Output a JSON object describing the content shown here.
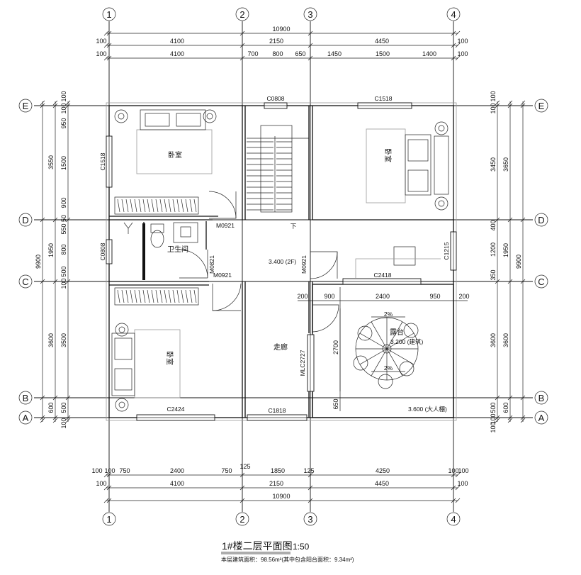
{
  "drawing": {
    "title": "1#楼二层平面图",
    "scale": "1:50",
    "note": "本层建筑面积：98.56m²(其中包含阳台面积：9.34m²)"
  },
  "axes": {
    "columns": [
      "1",
      "2",
      "3",
      "4"
    ],
    "rows": [
      "E",
      "D",
      "C",
      "B",
      "A"
    ]
  },
  "dimensions": {
    "top_total": "10900",
    "top_row2": [
      "100",
      "4100",
      "2150",
      "4450",
      "100"
    ],
    "top_row3": [
      "100",
      "4100",
      "700",
      "800",
      "650",
      "1450",
      "1500",
      "1400",
      "100"
    ],
    "bottom_row1": [
      "100",
      "100",
      "750",
      "2400",
      "750",
      "125",
      "1850",
      "125",
      "4250",
      "100",
      "100"
    ],
    "bottom_row2": [
      "100",
      "4100",
      "2150",
      "4450",
      "100"
    ],
    "bottom_total": "10900",
    "left_col1": [
      "100",
      "100",
      "950",
      "1500",
      "900",
      "50",
      "550",
      "800",
      "500",
      "100",
      "50",
      "3500",
      "500",
      "100",
      "100"
    ],
    "left_col2": [
      "3550",
      "1950",
      "3600",
      "600"
    ],
    "left_total": "9900",
    "right_col1": [
      "100",
      "100",
      "3450",
      "400",
      "1200",
      "350",
      "3600",
      "500",
      "100",
      "100"
    ],
    "right_col2": [
      "3650",
      "1950",
      "3600",
      "600"
    ],
    "right_total": "9900",
    "balcony_top": [
      "200",
      "900",
      "2400",
      "950",
      "200"
    ],
    "balcony_left": [
      "2700",
      "650"
    ]
  },
  "rooms": {
    "bedroom_nw": "卧室",
    "bedroom_ne": "卧室",
    "bedroom_sw": "卧室",
    "bathroom": "卫生间",
    "corridor": "走廊",
    "terrace": "露台"
  },
  "tags": {
    "win_c0808": "C0808",
    "win_c1518_top": "C1518",
    "win_c1518_left": "C1518",
    "win_c0808_left": "C0808",
    "win_c1215": "C1215",
    "win_c2418": "C2418",
    "win_c2424": "C2424",
    "win_c1818": "C1818",
    "door_m0921_a": "M0921",
    "door_m0821": "M0821",
    "door_m0921_b": "M0921",
    "door_m0921_c": "M0921",
    "door_mlc2727": "MLC2727",
    "level_floor": "3.400 (2F)",
    "level_terrace": "3.200 (建筑)",
    "level_canopy": "3.600 (大人棚)",
    "slope1": "2%",
    "slope2": "2%",
    "stair_mark": "下"
  }
}
